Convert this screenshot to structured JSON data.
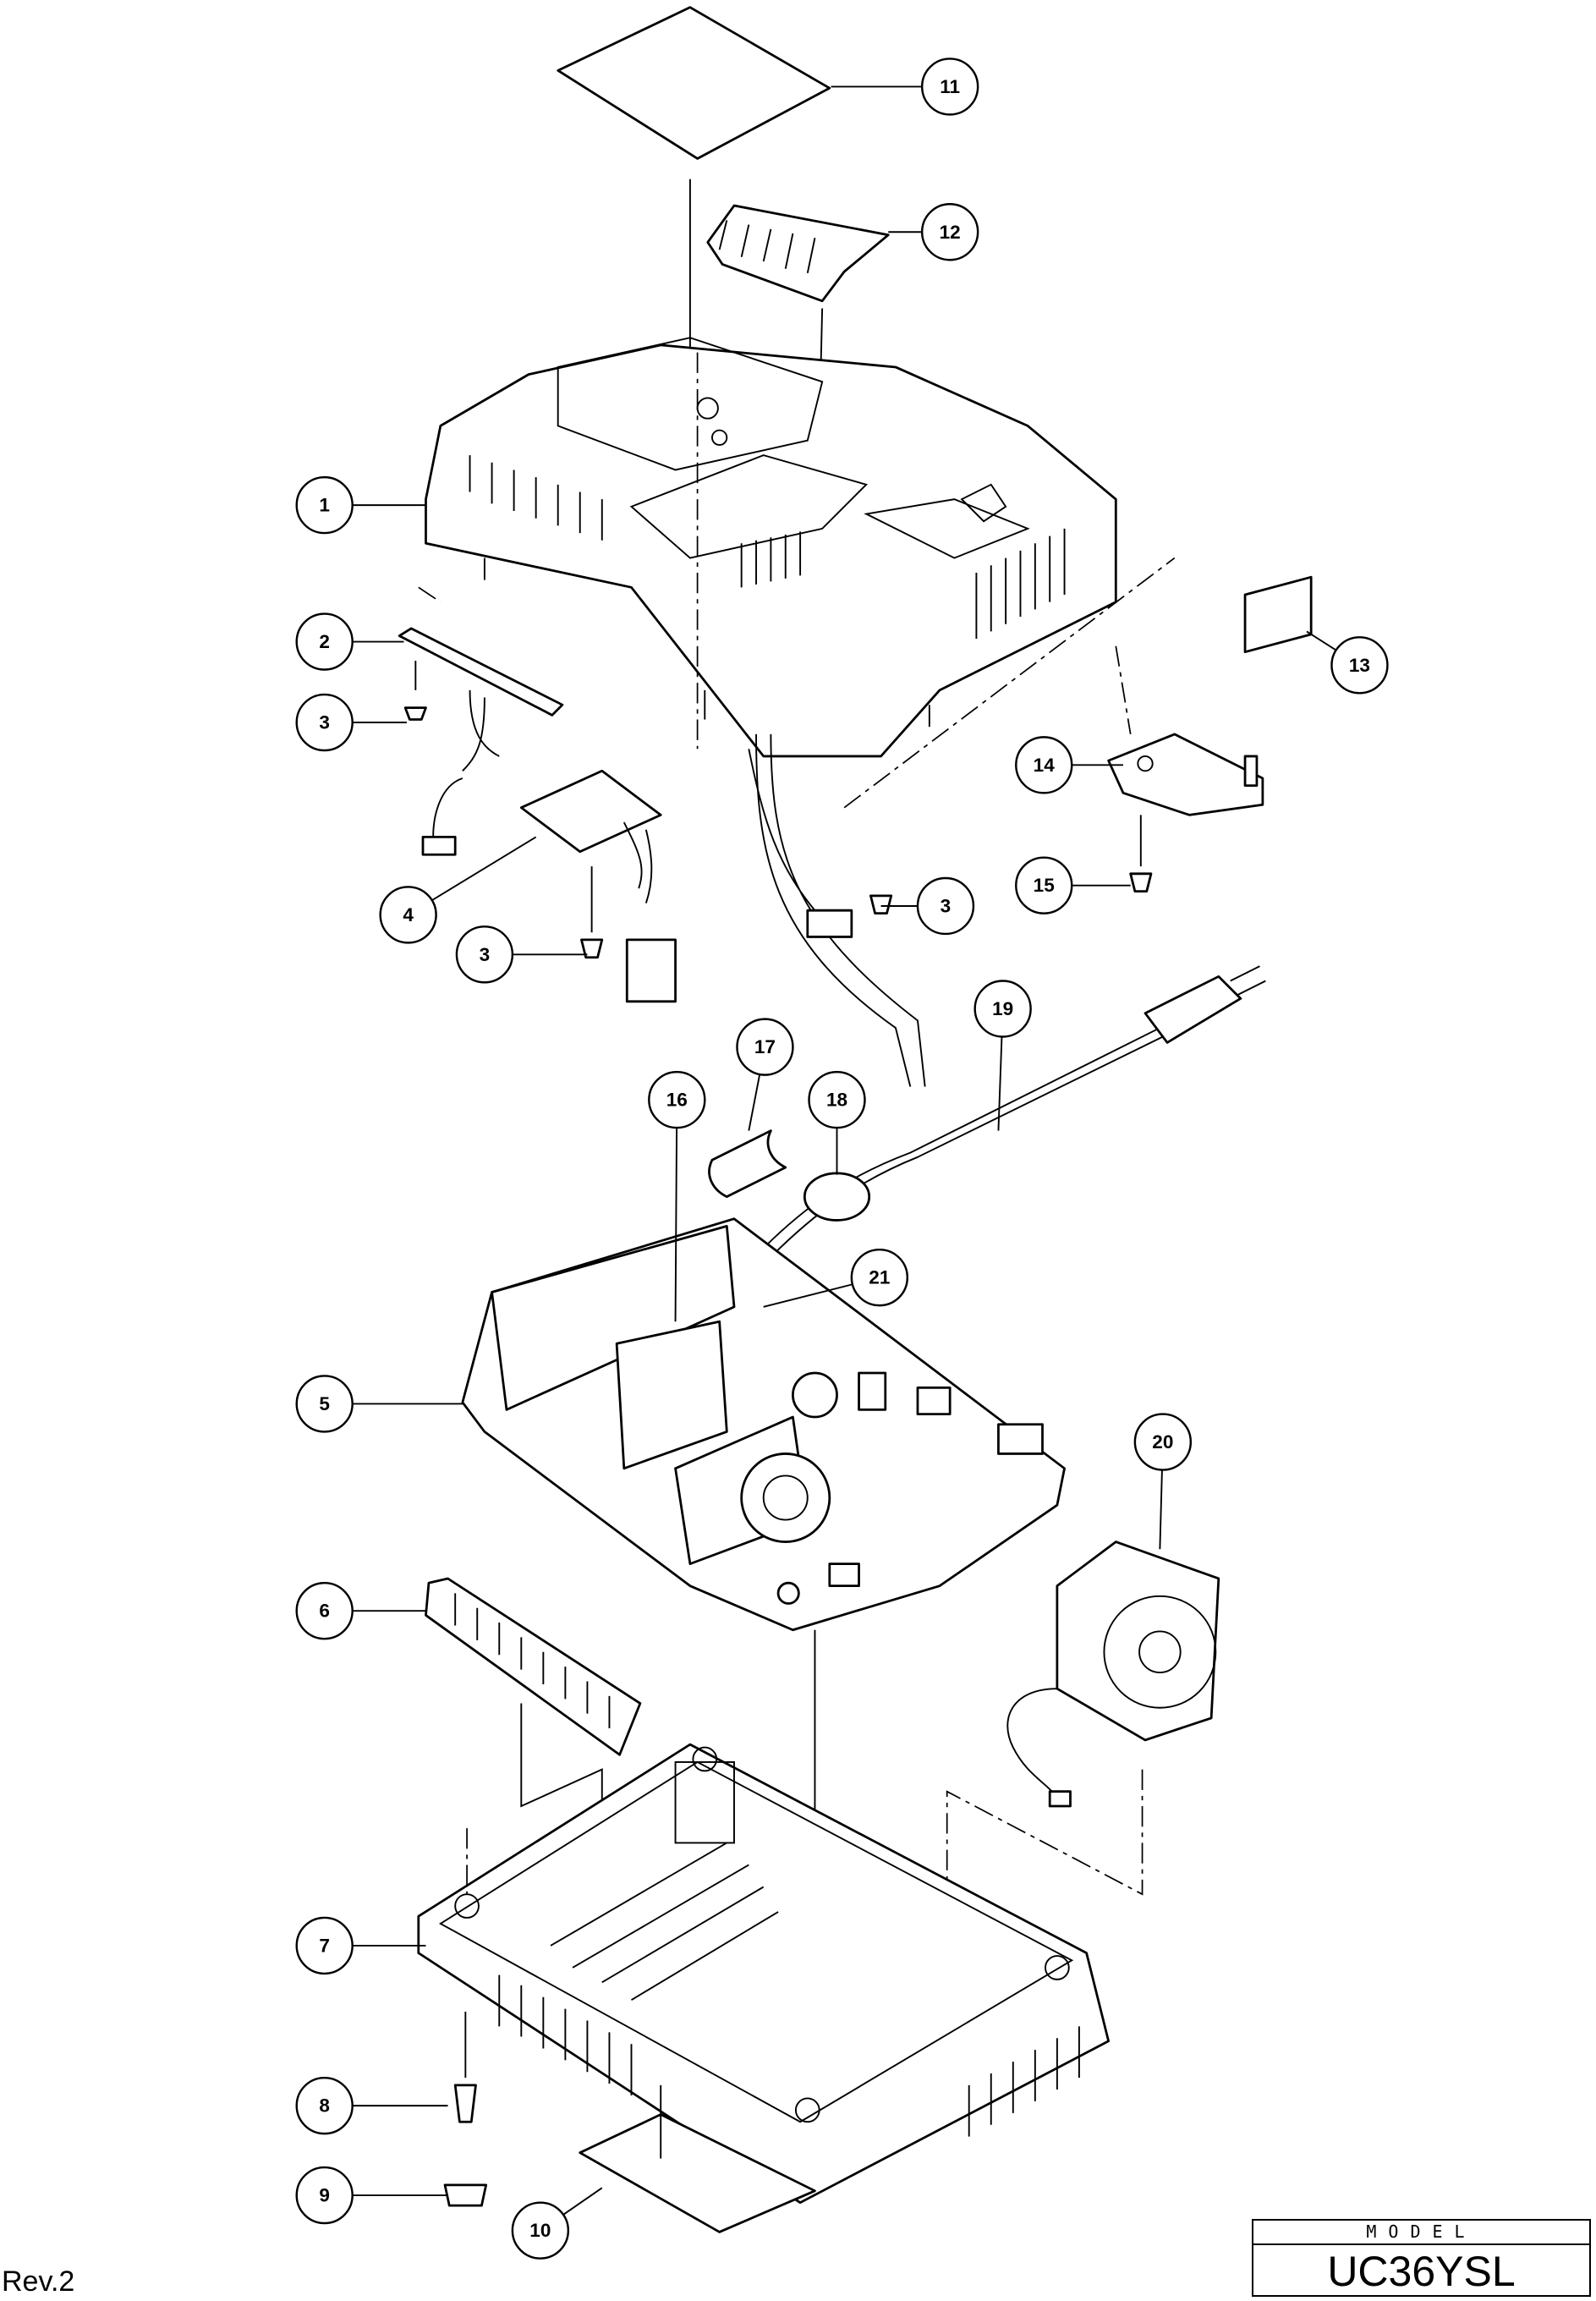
{
  "callouts": [
    "11",
    "12",
    "1",
    "2",
    "3",
    "13",
    "14",
    "3",
    "15",
    "4",
    "3",
    "19",
    "17",
    "16",
    "18",
    "21",
    "5",
    "20",
    "6",
    "7",
    "8",
    "9",
    "10"
  ],
  "revision": "Rev.2",
  "model_box": {
    "header": "MODEL",
    "model": "UC36YSL"
  }
}
